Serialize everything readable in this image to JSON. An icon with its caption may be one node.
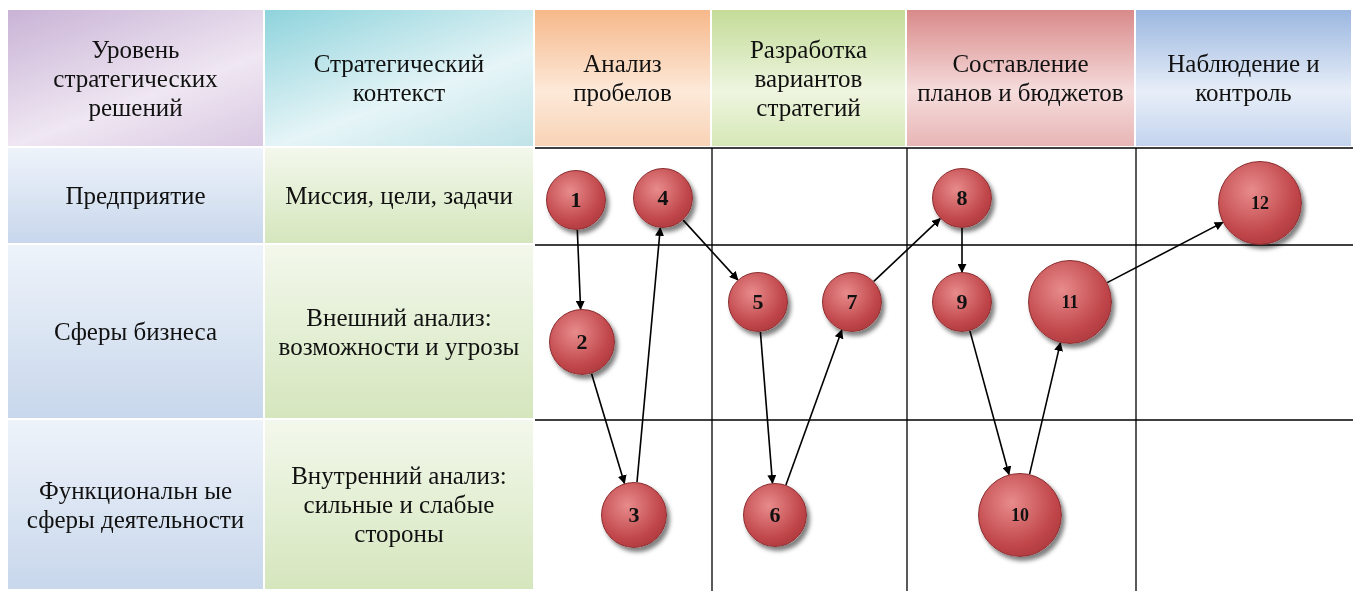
{
  "diagram": {
    "nodes": [
      {
        "text": [
          "1"
        ]
      },
      {
        "text": [
          "2"
        ]
      },
      {
        "text": [
          "3"
        ]
      },
      {
        "text": [
          "4"
        ]
      },
      {
        "text": [
          "5"
        ]
      },
      {
        "text": [
          "6"
        ]
      },
      {
        "text": [
          "7"
        ]
      },
      {
        "text": [
          "8"
        ]
      },
      {
        "text": [
          "9"
        ]
      },
      {
        "text": [
          "10"
        ]
      },
      {
        "text": [
          "11"
        ]
      },
      {
        "text": [
          "12"
        ]
      }
    ],
    "edges": [
      {
        "from": 0,
        "to": 1,
        "arrow": "to"
      },
      {
        "from": 1,
        "to": 2,
        "arrow": "to"
      },
      {
        "from": 2,
        "to": 3,
        "arrow": "to"
      },
      {
        "from": 3,
        "to": 4,
        "arrow": "to"
      },
      {
        "from": 4,
        "to": 5,
        "arrow": "to"
      },
      {
        "from": 5,
        "to": 6,
        "arrow": "to"
      },
      {
        "from": 6,
        "to": 7,
        "arrow": "to"
      },
      {
        "from": 7,
        "to": 8,
        "arrow": "to"
      },
      {
        "from": 8,
        "to": 9,
        "arrow": "to"
      },
      {
        "from": 9,
        "to": 10,
        "arrow": "to"
      },
      {
        "from": 10,
        "to": 11,
        "arrow": "to"
      }
    ],
    "labels": [
      "Уровень стратегических решений",
      "Стратегический контекст",
      "Анализ пробелов",
      "Разработка вариантов стратегий",
      "Составление планов и бюджетов",
      "Наблюдение и контроль",
      "Предприятие",
      "Миссия, цели, задачи",
      "Сферы бизнеса",
      "Внешний анализ: возможности и угрозы",
      "Функциональн ые сферы деятельности",
      "Внутренний анализ: сильные и слабые стороны"
    ]
  }
}
